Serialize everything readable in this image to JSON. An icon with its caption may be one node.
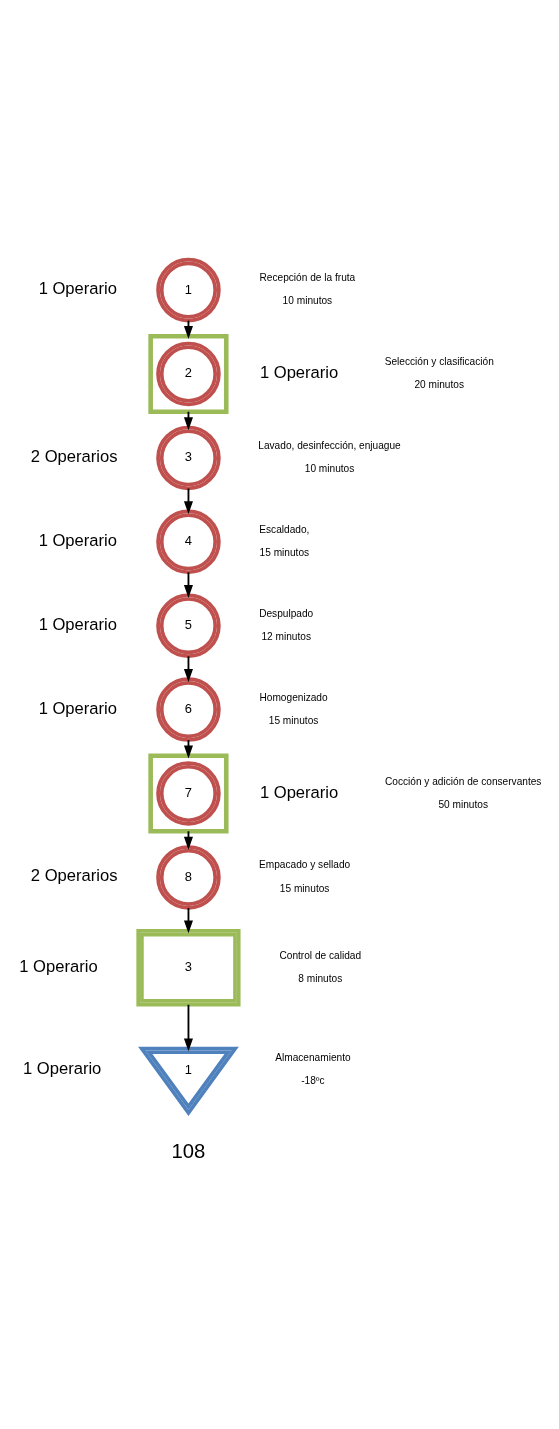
{
  "diagram": {
    "nodes": [
      {
        "text": [
          "1"
        ],
        "beside": [
          "1 Operario",
          "Recepción de la fruta",
          "10 minutos"
        ]
      },
      {
        "text": [],
        "shape": "box",
        "beside": [
          "1 Operario",
          "Selección y clasificación",
          "20 minutos"
        ]
      },
      {
        "text": [
          "2"
        ],
        "in": 1
      },
      {
        "text": [
          "3"
        ],
        "beside": [
          "2 Operarios",
          "Lavado, desinfección, enjuague",
          "10 minutos"
        ]
      },
      {
        "text": [
          "4"
        ],
        "beside": [
          "1 Operario",
          "Escaldado,",
          "15 minutos"
        ]
      },
      {
        "text": [
          "5"
        ],
        "beside": [
          "1 Operario",
          "Despulpado",
          "12 minutos"
        ]
      },
      {
        "text": [
          "6"
        ],
        "beside": [
          "1 Operario",
          "Homogenizado",
          "15 minutos"
        ]
      },
      {
        "text": [],
        "shape": "box",
        "beside": [
          "1 Operario",
          "Cocción y adición de conservantes",
          "50 minutos"
        ]
      },
      {
        "text": [
          "7"
        ],
        "in": 7
      },
      {
        "text": [
          "8"
        ],
        "beside": [
          "2 Operarios",
          "Empacado y sellado",
          "15 minutos"
        ]
      },
      {
        "text": [
          "3"
        ],
        "beside": [
          "1 Operario",
          "Control de calidad",
          "8 minutos"
        ]
      },
      {
        "text": [
          "1"
        ],
        "beside": [
          "1 Operario",
          "Almacenamiento",
          "-18ºc"
        ]
      }
    ],
    "edges": [
      {
        "from": 0,
        "to": 1,
        "arrow": "to"
      },
      {
        "from": 1,
        "to": 3,
        "arrow": "to"
      },
      {
        "from": 3,
        "to": 4,
        "arrow": "to"
      },
      {
        "from": 4,
        "to": 5,
        "arrow": "to"
      },
      {
        "from": 5,
        "to": 6,
        "arrow": "to"
      },
      {
        "from": 6,
        "to": 7,
        "arrow": "to"
      },
      {
        "from": 7,
        "to": 9,
        "arrow": "to"
      },
      {
        "from": 9,
        "to": 10,
        "arrow": "to"
      },
      {
        "from": 10,
        "to": 11,
        "arrow": "to"
      }
    ],
    "labels": [
      "108"
    ]
  }
}
